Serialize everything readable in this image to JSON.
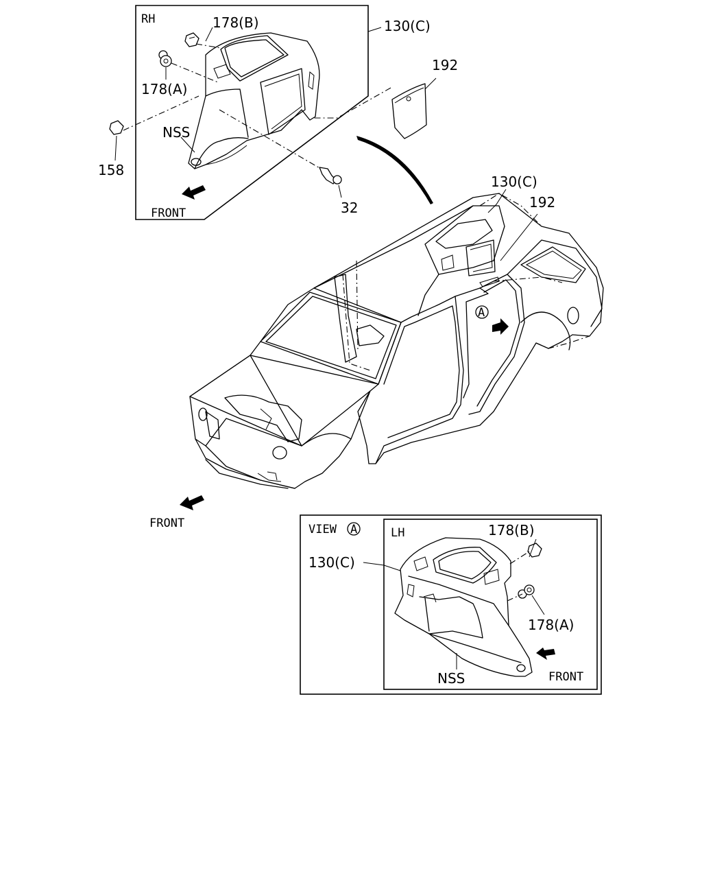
{
  "diagram": {
    "rh_inset": {
      "side_tag": "RH",
      "callouts": {
        "clip_b": "178(B)",
        "panel": "130(C)",
        "clip_a": "178(A)",
        "nss": "NSS",
        "clip_158": "158",
        "screw": "32",
        "cover": "192"
      },
      "direction": "FRONT"
    },
    "body": {
      "callouts": {
        "panel": "130(C)",
        "cover": "192"
      },
      "view_marker": "A",
      "direction": "FRONT"
    },
    "view_a": {
      "view_word": "VIEW",
      "view_letter": "A",
      "side_tag": "LH",
      "callouts": {
        "panel": "130(C)",
        "clip_b": "178(B)",
        "clip_a": "178(A)",
        "nss": "NSS"
      },
      "direction": "FRONT"
    }
  }
}
